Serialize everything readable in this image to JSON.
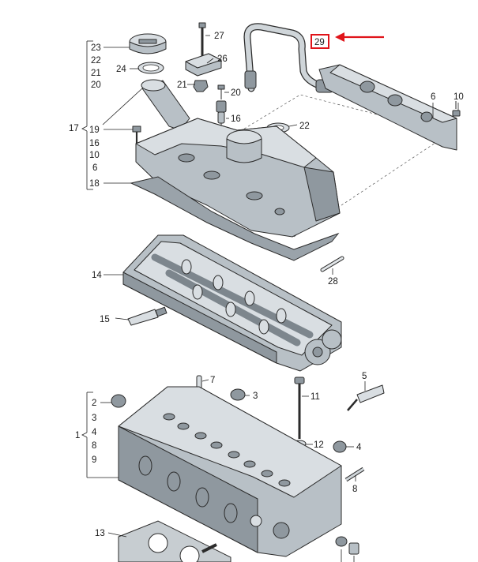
{
  "callouts": {
    "n1": "1",
    "n2": "2",
    "n3": "3",
    "n4": "4",
    "n5": "5",
    "n6": "6",
    "n7": "7",
    "n8": "8",
    "n9": "9",
    "n10": "10",
    "n11": "11",
    "n12": "12",
    "n13": "13",
    "n14": "14",
    "n15": "15",
    "n16": "16",
    "n17": "17",
    "n18": "18",
    "n19": "19",
    "n20": "20",
    "n21": "21",
    "n22": "22",
    "n23": "23",
    "n24": "24",
    "n26": "26",
    "n27": "27",
    "n28": "28",
    "n29": "29",
    "group17": [
      "19",
      "16",
      "10",
      "6"
    ],
    "group23": [
      "23",
      "22",
      "21",
      "20"
    ],
    "group1": [
      "2",
      "3",
      "4",
      "8",
      "9"
    ],
    "right_side": {
      "n4": "4",
      "n6": "6",
      "n8": "8",
      "n10": "10",
      "n12": "12",
      "n16": "16",
      "n20": "20",
      "n21": "21"
    }
  },
  "highlight": {
    "label": "29",
    "color": "#e0141a"
  },
  "colors": {
    "part_fill": "#b8c0c6",
    "part_dark": "#8f989f",
    "part_light": "#d9dee2",
    "outline": "#2b2b2b",
    "highlight": "#e0141a"
  }
}
